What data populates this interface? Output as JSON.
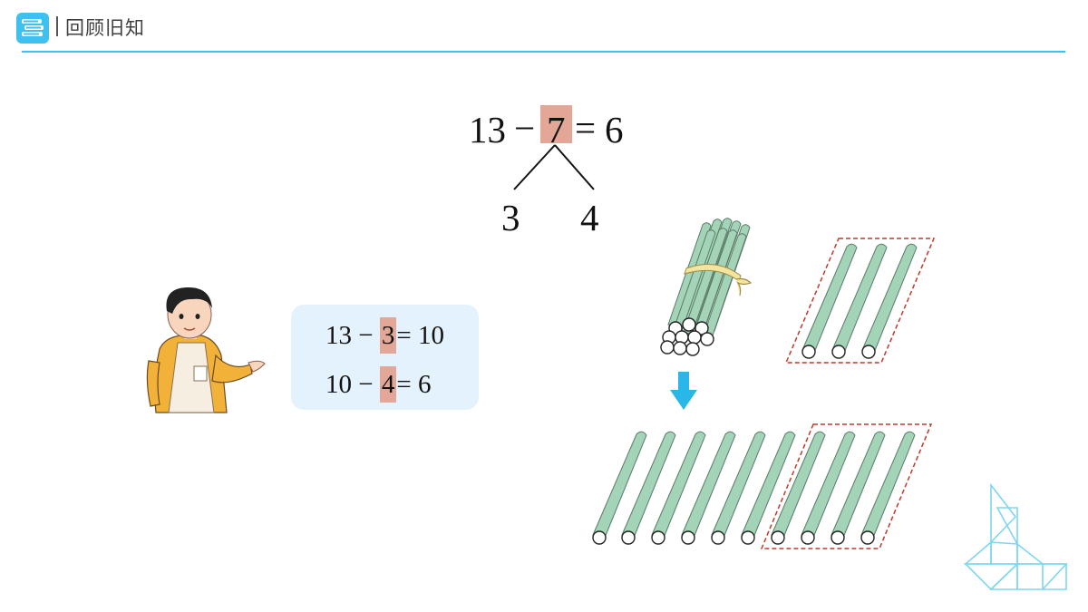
{
  "header": {
    "title": "回顾旧知",
    "logo_icon": "books-icon",
    "accent": "#3ec1ee"
  },
  "main_equation": {
    "left": "13",
    "op": "−",
    "highlight": "7",
    "eq": "=",
    "result": "6",
    "split_left": "3",
    "split_right": "4"
  },
  "speech_bubble": {
    "line1": {
      "a": "13",
      "op": "−",
      "highlight": "3",
      "eq": "=",
      "result": "10"
    },
    "line2": {
      "a": "10",
      "op": "−",
      "highlight": "4",
      "eq": "=",
      "result": "6"
    }
  },
  "colors": {
    "highlight": "#e2a796",
    "stick": "#a4d4b7",
    "bubble": "#e3f2fc",
    "arrow": "#29b7ea",
    "dashed_box": "#c0392b"
  },
  "illustration": {
    "boy": "boy-pointing-figure",
    "bundle": "bundle-of-ten-sticks",
    "arrow": "down-arrow-icon",
    "tangram": "tangram-boat-icon"
  }
}
